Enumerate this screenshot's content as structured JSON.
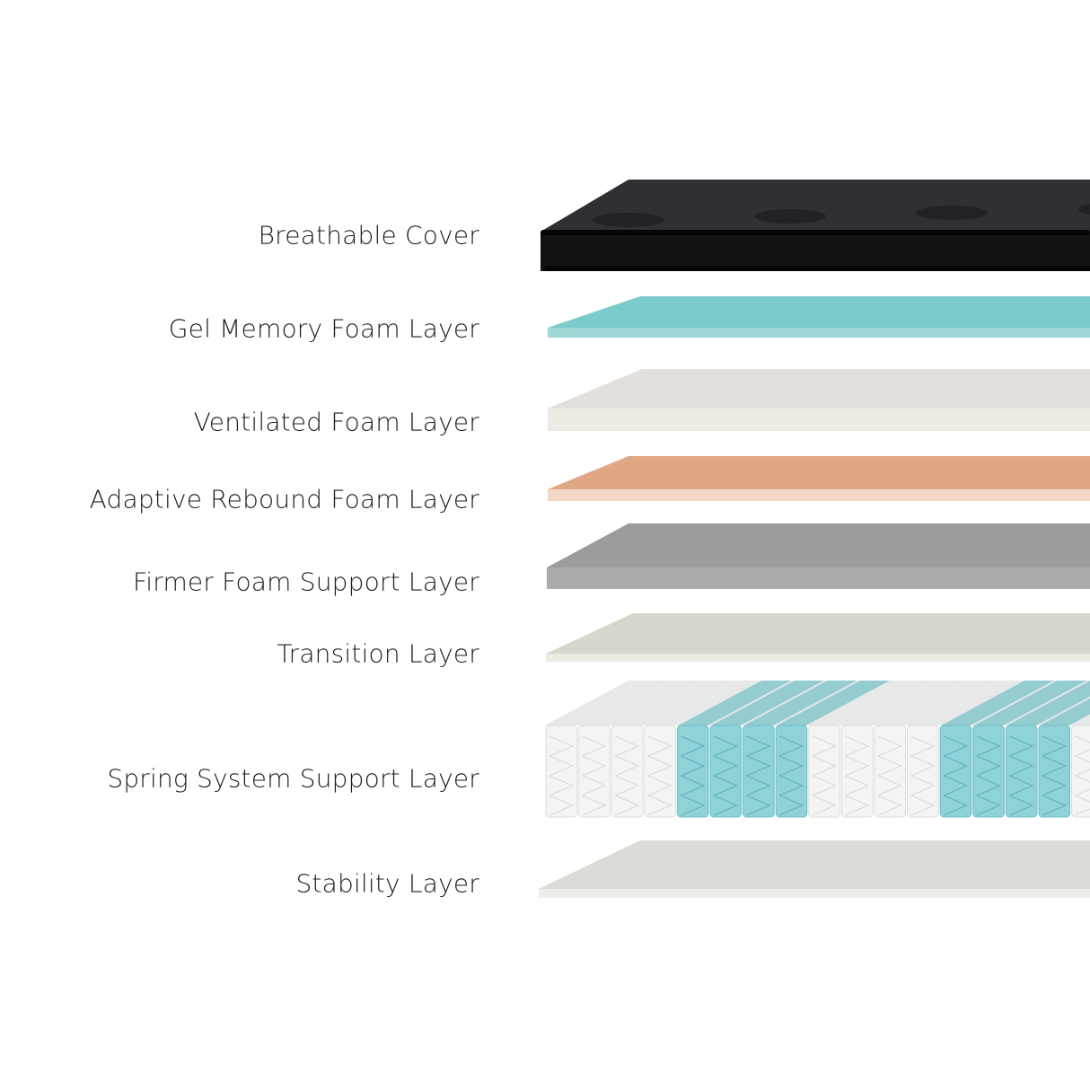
{
  "layers": [
    {
      "label": "Breathable Cover",
      "top_color": "#2e3034",
      "front_color": "#111214"
    },
    {
      "label": "Gel Memory Foam Layer",
      "top_color": "#7ccbcb",
      "front_color": "#9fd8d6"
    },
    {
      "label": "Ventilated Foam Layer",
      "top_color": "#e4dfda",
      "front_color": "#efebe4"
    },
    {
      "label": "Adaptive Rebound Foam Layer",
      "top_color": "#e0a785",
      "front_color": "#f2d6c6"
    },
    {
      "label": "Firmer Foam Support Layer",
      "top_color": "#9c9c9c",
      "front_color": "#aaaaaa"
    },
    {
      "label": "Transition Layer",
      "top_color": "#d8d7cd",
      "front_color": "#ecebe4"
    },
    {
      "label": "Spring System Support Layer",
      "pocket_colors": [
        "#f4f4f4",
        "#f4f4f4",
        "#f4f4f4",
        "#f4f4f4",
        "#8fd2d8",
        "#8fd2d8",
        "#8fd2d8",
        "#8fd2d8",
        "#f4f4f4",
        "#f4f4f4",
        "#f4f4f4",
        "#f4f4f4",
        "#8fd2d8",
        "#8fd2d8",
        "#8fd2d8",
        "#8fd2d8",
        "#f4f4f4"
      ]
    },
    {
      "label": "Stability Layer",
      "top_color": "#dcdcd6",
      "front_color": "#eeeee9"
    }
  ]
}
